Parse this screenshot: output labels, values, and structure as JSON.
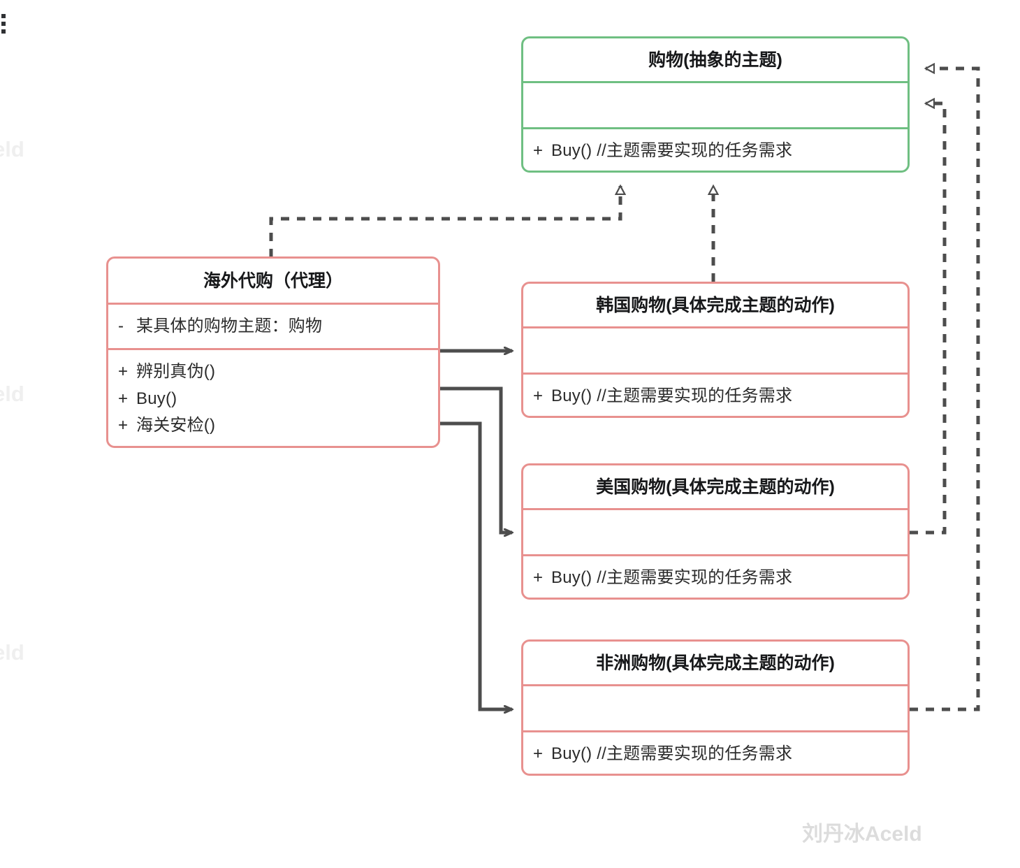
{
  "diagram": {
    "title": "UML Proxy Pattern Class Diagram",
    "colors": {
      "abstract_border": "#6fbf82",
      "concrete_border": "#e8918f",
      "connector": "#4d4d4d",
      "text": "#2b2b2b",
      "watermark": "#dcdcdc",
      "background": "#ffffff"
    },
    "classes": [
      {
        "id": "subject",
        "name": "购物(抽象的主题)",
        "kind": "abstract",
        "border_color": "#6fbf82",
        "attributes": [],
        "methods": [
          {
            "visibility": "+",
            "text": "Buy()  //主题需要实现的任务需求"
          }
        ]
      },
      {
        "id": "proxy",
        "name": "海外代购（代理）",
        "kind": "proxy",
        "border_color": "#e8918f",
        "attributes": [
          {
            "visibility": "-",
            "text": "某具体的购物主题：购物"
          }
        ],
        "methods": [
          {
            "visibility": "+",
            "text": "辨别真伪()"
          },
          {
            "visibility": "+",
            "text": "Buy()"
          },
          {
            "visibility": "+",
            "text": "海关安检()"
          }
        ]
      },
      {
        "id": "korea",
        "name": "韩国购物(具体完成主题的动作)",
        "kind": "concrete",
        "border_color": "#e8918f",
        "attributes": [],
        "methods": [
          {
            "visibility": "+",
            "text": "Buy()  //主题需要实现的任务需求"
          }
        ]
      },
      {
        "id": "usa",
        "name": "美国购物(具体完成主题的动作)",
        "kind": "concrete",
        "border_color": "#e8918f",
        "attributes": [],
        "methods": [
          {
            "visibility": "+",
            "text": "Buy()  //主题需要实现的任务需求"
          }
        ]
      },
      {
        "id": "africa",
        "name": "非洲购物(具体完成主题的动作)",
        "kind": "concrete",
        "border_color": "#e8918f",
        "attributes": [],
        "methods": [
          {
            "visibility": "+",
            "text": "Buy()  //主题需要实现的任务需求"
          }
        ]
      }
    ],
    "relations": [
      {
        "from": "proxy",
        "to": "subject",
        "type": "realization",
        "style": "dashed",
        "arrow": "hollow-triangle"
      },
      {
        "from": "korea",
        "to": "subject",
        "type": "realization",
        "style": "dashed",
        "arrow": "hollow-triangle"
      },
      {
        "from": "usa",
        "to": "subject",
        "type": "realization",
        "style": "dashed",
        "arrow": "hollow-triangle"
      },
      {
        "from": "africa",
        "to": "subject",
        "type": "realization",
        "style": "dashed",
        "arrow": "hollow-triangle"
      },
      {
        "from": "proxy",
        "to": "korea",
        "type": "association",
        "style": "solid",
        "arrow": "open-arrow"
      },
      {
        "from": "proxy",
        "to": "usa",
        "type": "association",
        "style": "solid",
        "arrow": "open-arrow"
      },
      {
        "from": "proxy",
        "to": "africa",
        "type": "association",
        "style": "solid",
        "arrow": "open-arrow"
      }
    ]
  },
  "watermarks": {
    "main": "刘丹冰Aceld",
    "edge_fragments": [
      "eld",
      "eld",
      "eld"
    ]
  }
}
